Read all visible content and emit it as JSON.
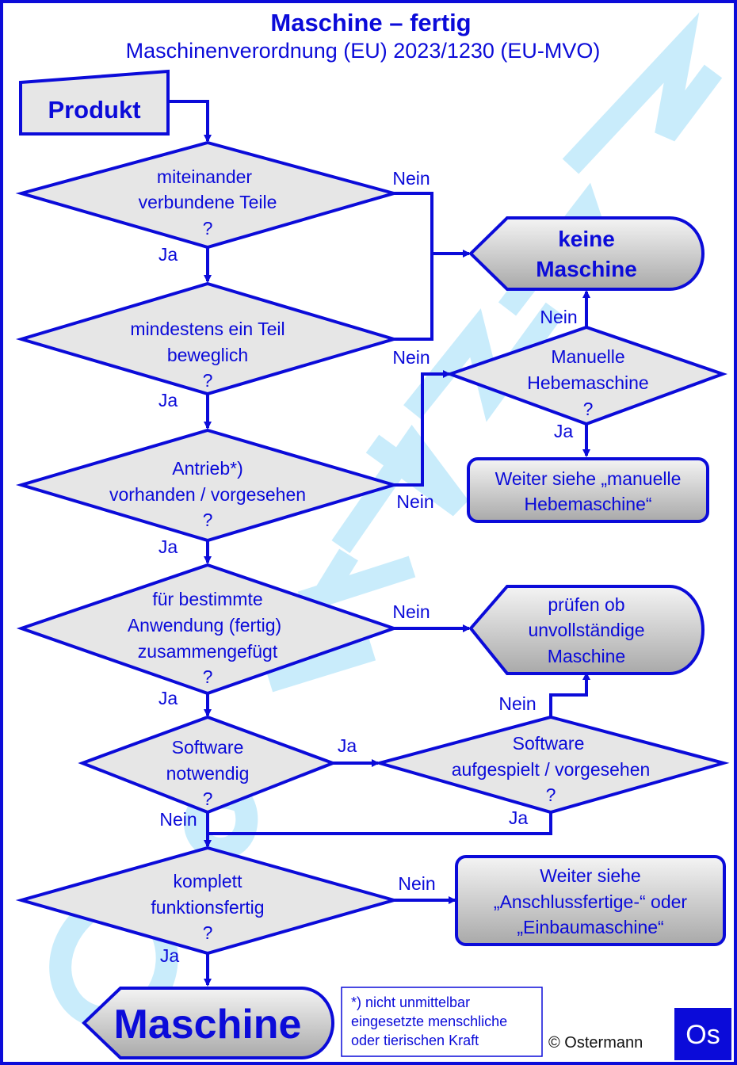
{
  "header": {
    "title": "Maschine – fertig",
    "subtitle": "Maschinenverordnung (EU) 2023/1230 (EU-MVO)"
  },
  "watermark": "OSTERMANN",
  "nodes": {
    "start": "Produkt",
    "q1": [
      "miteinander",
      "verbundene Teile",
      "?"
    ],
    "q2": [
      "mindestens ein Teil",
      "beweglich",
      "?"
    ],
    "q3": [
      "Antrieb*)",
      "vorhanden / vorgesehen",
      "?"
    ],
    "q4": [
      "für bestimmte",
      "Anwendung (fertig)",
      "zusammengefügt",
      "?"
    ],
    "q5": [
      "Software",
      "notwendig",
      "?"
    ],
    "q6": [
      "Software",
      "aufgespielt / vorgesehen",
      "?"
    ],
    "q7": [
      "komplett",
      "funktionsfertig",
      "?"
    ],
    "qm": [
      "Manuelle",
      "Hebemaschine",
      "?"
    ],
    "keine": [
      "keine",
      "Maschine"
    ],
    "pruefen": [
      "prüfen ob",
      "unvollständige",
      "Maschine"
    ],
    "weiter_hebe": [
      "Weiter siehe „manuelle",
      "Hebemaschine“"
    ],
    "weiter_anschluss": [
      "Weiter siehe",
      "„Anschlussfertige-“ oder",
      "„Einbaumaschine“"
    ],
    "end": "Maschine"
  },
  "labels": {
    "yes": "Ja",
    "no": "Nein"
  },
  "footnote": [
    "*) nicht unmittelbar",
    "eingesetzte menschliche",
    "oder tierischen Kraft"
  ],
  "copyright": "© Ostermann",
  "logo": "Os",
  "colors": {
    "primary": "#0b0bd9",
    "fill": "#e6e6e6",
    "watermark": "#c9ecfb"
  }
}
